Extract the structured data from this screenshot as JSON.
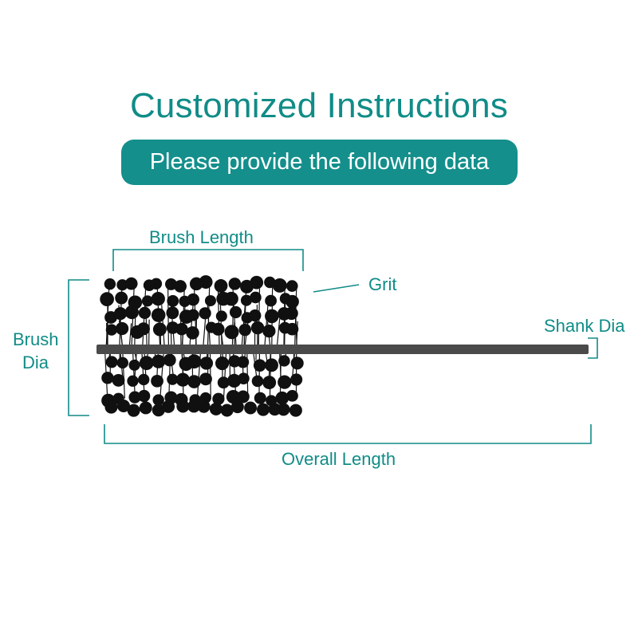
{
  "header": {
    "title": "Customized Instructions",
    "subtitle": "Please provide the following data"
  },
  "labels": {
    "brush_length": "Brush Length",
    "grit": "Grit",
    "brush_dia_line1": "Brush",
    "brush_dia_line2": "Dia",
    "shank_dia": "Shank Dia",
    "overall_length": "Overall Length"
  },
  "colors": {
    "accent": "#108c87",
    "pill": "#148f8c",
    "bristle": "#101010",
    "shank": "#4a4a4a"
  }
}
